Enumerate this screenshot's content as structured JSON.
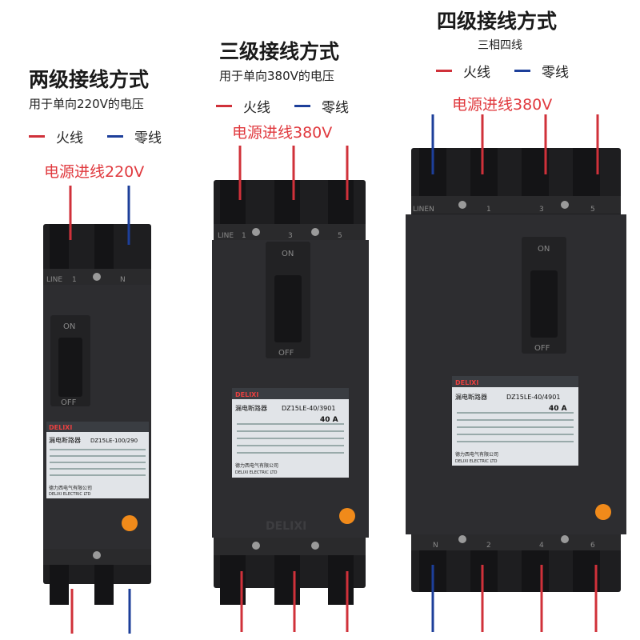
{
  "colors": {
    "live": "#d0313a",
    "neutral": "#1d3f9a",
    "body": "#2b2b2d",
    "label_bg": "#dfe2e6",
    "indicator": "#f08a1a"
  },
  "breakers": [
    {
      "title": "两级接线方式",
      "subtitle": "用于单向220V的电压",
      "legend_live": "火线",
      "legend_neutral": "零线",
      "power_in": "电源进线220V",
      "terminal_labels": [
        "LINE",
        "1",
        "N"
      ],
      "switch_on": "ON",
      "switch_off": "OFF",
      "brand": "DELIXI",
      "brand_sub": "ELECTRIC",
      "label_name": "漏电断路器",
      "model": "DZ15LE-100/290",
      "label_rating": "",
      "company_cn": "德力西电气有限公司",
      "company_en": "DELIXI ELECTRIC LTD"
    },
    {
      "title": "三级接线方式",
      "subtitle": "用于单向380V的电压",
      "legend_live": "火线",
      "legend_neutral": "零线",
      "power_in": "电源进线380V",
      "terminal_labels": [
        "LINE",
        "1",
        "3",
        "5"
      ],
      "switch_on": "ON",
      "switch_off": "OFF",
      "brand": "DELIXI",
      "brand_sub": "ELECTRIC",
      "label_name": "漏电断路器",
      "model": "DZ15LE-40/3901",
      "label_rating": "40 A",
      "company_cn": "德力西电气有限公司",
      "company_en": "DELIXI ELECTRIC LTD",
      "case_logo": "DELIXI"
    },
    {
      "title": "四级接线方式",
      "subtitle": "三相四线",
      "legend_live": "火线",
      "legend_neutral": "零线",
      "power_in": "电源进线380V",
      "terminal_labels": [
        "LINEN",
        "1",
        "3",
        "5"
      ],
      "bottom_labels": [
        "N",
        "2",
        "4",
        "6"
      ],
      "switch_on": "ON",
      "switch_off": "OFF",
      "brand": "DELIXI",
      "brand_sub": "ELECTRIC",
      "label_name": "漏电断路器",
      "model": "DZ15LE-40/4901",
      "label_rating": "40 A",
      "company_cn": "德力西电气有限公司",
      "company_en": "DELIXI ELECTRIC LTD"
    }
  ]
}
